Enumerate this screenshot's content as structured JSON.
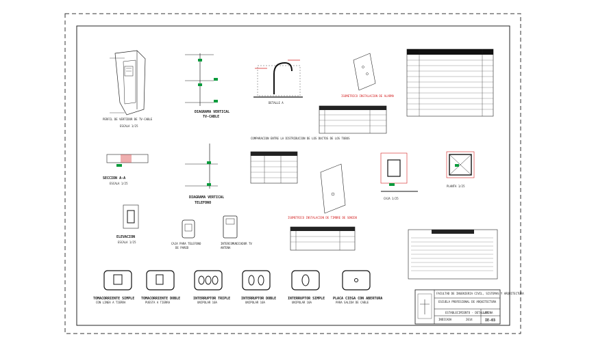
{
  "drawing": {
    "labels": {
      "perfil_tv": "PERFIL DE VERTIDOR DE TV-CABLE",
      "perfil_tv_scale": "ESCALA 1/25",
      "diagrama_tv_title": "DIAGRAMA VERTICAL",
      "diagrama_tv_sub": "TV-CABLE",
      "diagrama_tel_title": "DIAGRAMA VERTICAL",
      "diagrama_tel_sub": "TELEFONO",
      "seccion_title": "SECCION A-A",
      "seccion_scale": "ESCALA 1/25",
      "elevacion_title": "ELEVACION",
      "elevacion_scale": "ESCALA 1/25",
      "detalle_a": "DETALLE A",
      "red_label_1": "ISOMETRICO INSTALACION DE ALARMA",
      "red_label_2": "ISOMETRICO INSTALACION DE TIMBRE DE SONIDO",
      "pozo_title": "COMPARACION ENTRE LA DISTRIBUCION DE LOS DUCTOS DE LOS TUBOS",
      "caja1": "CAJA 1/25",
      "caja2": "PLANTA 1/25"
    },
    "symbols": [
      {
        "name": "tomacorriente-simple",
        "label": "TOMACORRIENTE SIMPLE",
        "sub": "CON LINEA A TIERRA"
      },
      {
        "name": "tomacorriente-doble",
        "label": "TOMACORRIENTE DOBLE",
        "sub": "PUESTA A TIERRA"
      },
      {
        "name": "interruptor-triple",
        "label": "INTERRUPTOR TRIPLE",
        "sub": "UNIPOLAR 10A"
      },
      {
        "name": "interruptor-doble",
        "label": "INTERRUPTOR DOBLE",
        "sub": "UNIPOLAR 10A"
      },
      {
        "name": "interruptor-simple",
        "label": "INTERRUPTOR SIMPLE",
        "sub": "UNIPOLAR 10A"
      },
      {
        "name": "placa-ciega",
        "label": "PLACA CIEGA CON ABERTURA",
        "sub": "PARA SALIDA DE CABLE"
      }
    ],
    "devices": [
      {
        "label": "CAJA PARA TELEFONO",
        "sub": "DE PARED"
      },
      {
        "label": "INTERCOMUNICADOR TV",
        "sub": "ANTENA"
      }
    ],
    "title_block": {
      "line1": "FACULTAD DE INGENIERIA CIVIL, SISTEMAS Y ARQUITECTURA",
      "line2": "ESCUELA PROFESIONAL DE ARQUITECTURA",
      "line3": "ESTABLECIMIENTO - DETALLES",
      "sheet_label": "LAMINA",
      "sheet": "IE-03",
      "scale": "INDICADA",
      "date": "2014"
    }
  }
}
